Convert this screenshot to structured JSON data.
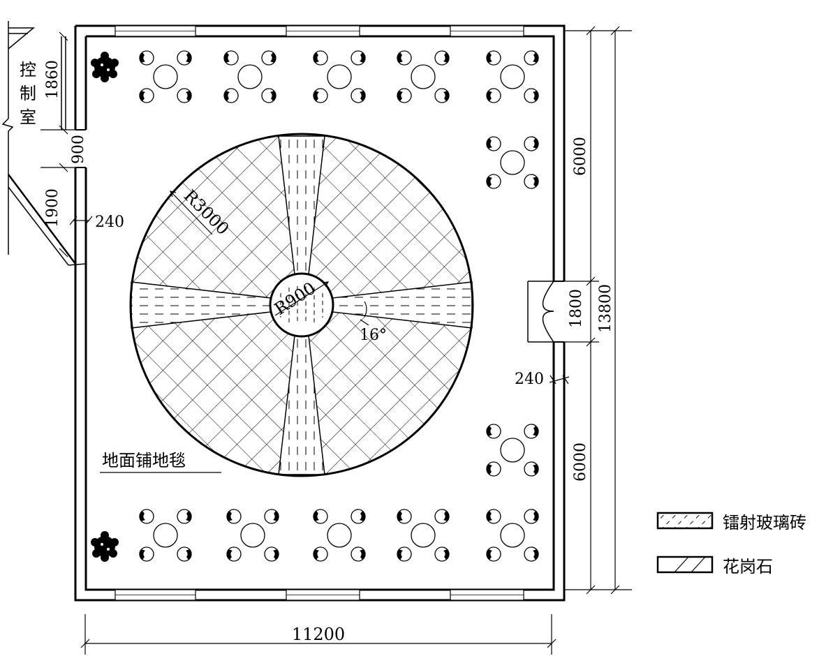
{
  "labels": {
    "control_room": [
      "控",
      "制",
      "室"
    ],
    "floor_note": "地面铺地毯"
  },
  "dimensions": {
    "overall_width": "11200",
    "overall_height": "13800",
    "upper_span": "6000",
    "lower_span": "6000",
    "door_width": "1800",
    "left_wall_1": "1860",
    "left_wall_2": "900",
    "left_wall_3": "1900",
    "wall_left": "240",
    "wall_right": "240",
    "outer_radius": "R3000",
    "inner_radius": "R900",
    "wedge_angle": "16°"
  },
  "legend": [
    {
      "pattern": "laser-glass",
      "label": "镭射玻璃砖"
    },
    {
      "pattern": "granite",
      "label": "花岗石"
    }
  ],
  "colors": {
    "ink": "#000000",
    "paper": "#ffffff"
  }
}
